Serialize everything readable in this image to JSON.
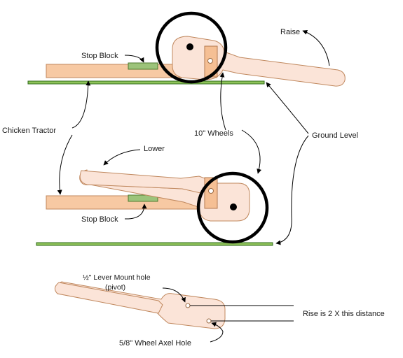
{
  "labels": {
    "raise": "Raise",
    "stop_block_top": "Stop Block",
    "chicken_tractor": "Chicken Tractor",
    "wheels": "10\" Wheels",
    "ground_level": "Ground Level",
    "lower": "Lower",
    "stop_block_bottom": "Stop Block",
    "lever_mount_hole": "½\" Lever Mount  hole",
    "pivot": "(pivot)",
    "rise_note": "Rise is 2 X this distance",
    "wheel_axle_hole": "5/8\" Wheel Axel Hole"
  },
  "colors": {
    "wood": "#f7c9a3",
    "lever": "#fbe4d8",
    "stop_block": "#9cc37a",
    "ground": "#8fc35a",
    "wheel": "#000000"
  }
}
